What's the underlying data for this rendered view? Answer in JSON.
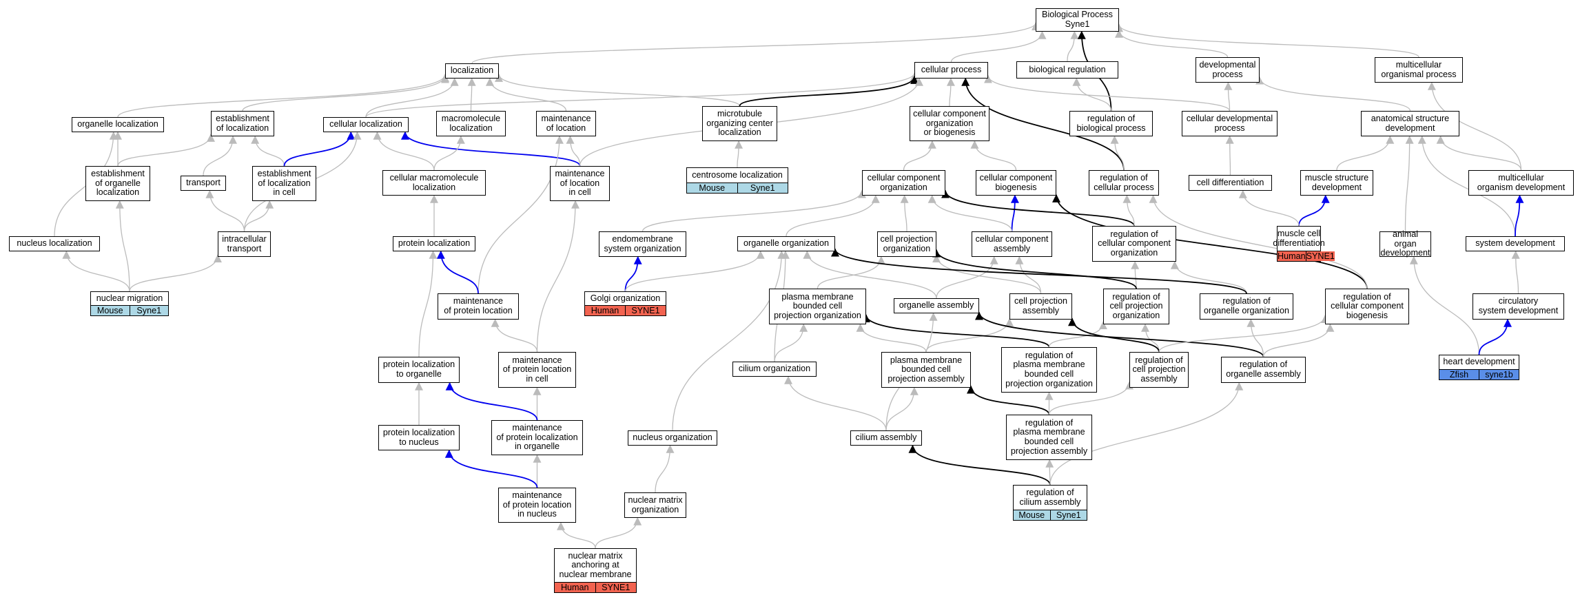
{
  "nodes": {
    "bp_root": "Biological Process\nSyne1",
    "localization": "localization",
    "cellular_process": "cellular process",
    "biological_regulation": "biological regulation",
    "developmental_process": "developmental\nprocess",
    "multicellular_organismal_process": "multicellular\norganismal process",
    "organelle_localization": "organelle localization",
    "establishment_of_localization": "establishment\nof localization",
    "cellular_localization": "cellular localization",
    "macromolecule_localization": "macromolecule\nlocalization",
    "maintenance_of_location": "maintenance\nof location",
    "microtubule_organizing_center_localization": "microtubule\norganizing center\nlocalization",
    "cellular_component_organization_or_biogenesis": "cellular component\norganization\nor biogenesis",
    "regulation_of_biological_process": "regulation of\nbiological process",
    "cellular_developmental_process": "cellular developmental\nprocess",
    "anatomical_structure_development": "anatomical structure\ndevelopment",
    "establishment_of_organelle_localization": "establishment\nof organelle\nlocalization",
    "transport": "transport",
    "establishment_of_localization_in_cell": "establishment\nof localization\nin cell",
    "cellular_macromolecule_localization": "cellular macromolecule\nlocalization",
    "maintenance_of_location_in_cell": "maintenance\nof location\nin cell",
    "centrosome_localization": "centrosome localization",
    "cellular_component_organization": "cellular component\norganization",
    "cellular_component_biogenesis": "cellular component\nbiogenesis",
    "regulation_of_cellular_process": "regulation of\ncellular process",
    "cell_differentiation": "cell differentiation",
    "muscle_structure_development": "muscle structure\ndevelopment",
    "multicellular_organism_development": "multicellular\norganism development",
    "nucleus_localization": "nucleus localization",
    "intracellular_transport": "intracellular\ntransport",
    "protein_localization": "protein localization",
    "endomembrane_system_organization": "endomembrane\nsystem organization",
    "organelle_organization": "organelle organization",
    "cell_projection_organization": "cell projection\norganization",
    "cellular_component_assembly": "cellular component\nassembly",
    "regulation_of_cellular_component_organization": "regulation of\ncellular component\norganization",
    "muscle_cell_differentiation": "muscle cell\ndifferentiation",
    "animal_organ_development": "animal organ\ndevelopment",
    "system_development": "system development",
    "nuclear_migration": "nuclear migration",
    "maintenance_of_protein_location": "maintenance\nof protein location",
    "golgi_organization": "Golgi organization",
    "plasma_membrane_bounded_cell_projection_organization": "plasma membrane\nbounded cell\nprojection organization",
    "organelle_assembly": "organelle assembly",
    "cell_projection_assembly": "cell projection\nassembly",
    "regulation_of_cell_projection_organization": "regulation of\ncell projection\norganization",
    "regulation_of_organelle_organization": "regulation of\norganelle organization",
    "regulation_of_cellular_component_biogenesis": "regulation of\ncellular component\nbiogenesis",
    "circulatory_system_development": "circulatory\nsystem development",
    "protein_localization_to_organelle": "protein localization\nto organelle",
    "maintenance_of_protein_location_in_cell": "maintenance\nof protein location\nin cell",
    "cilium_organization": "cilium organization",
    "plasma_membrane_bounded_cell_projection_assembly": "plasma membrane\nbounded cell\nprojection assembly",
    "regulation_of_plasma_membrane_bounded_cell_projection_organization": "regulation of\nplasma membrane\nbounded cell\nprojection organization",
    "regulation_of_cell_projection_assembly": "regulation of\ncell projection\nassembly",
    "regulation_of_organelle_assembly": "regulation of\norganelle assembly",
    "heart_development": "heart development",
    "protein_localization_to_nucleus": "protein localization\nto nucleus",
    "maintenance_of_protein_localization_in_organelle": "maintenance\nof protein localization\nin organelle",
    "nucleus_organization": "nucleus organization",
    "cilium_assembly": "cilium assembly",
    "regulation_of_plasma_membrane_bounded_cell_projection_assembly": "regulation of\nplasma membrane\nbounded cell\nprojection assembly",
    "maintenance_of_protein_location_in_nucleus": "maintenance\nof protein location\nin nucleus",
    "nuclear_matrix_organization": "nuclear matrix\norganization",
    "regulation_of_cilium_assembly": "regulation of\ncilium assembly",
    "nuclear_matrix_anchoring_at_nuclear_membrane": "nuclear matrix\nanchoring at\nnuclear membrane"
  },
  "annotations": {
    "nuclear_migration": {
      "species": "Mouse",
      "gene": "Syne1"
    },
    "centrosome_localization": {
      "species": "Mouse",
      "gene": "Syne1"
    },
    "golgi_organization": {
      "species": "Human",
      "gene": "SYNE1"
    },
    "muscle_cell_differentiation": {
      "species": "Human",
      "gene": "SYNE1"
    },
    "heart_development": {
      "species": "Zfish",
      "gene": "syne1b"
    },
    "regulation_of_cilium_assembly": {
      "species": "Mouse",
      "gene": "Syne1"
    },
    "nuclear_matrix_anchoring_at_nuclear_membrane": {
      "species": "Human",
      "gene": "SYNE1"
    }
  },
  "colors": {
    "edge_is_a": "#bbbbbb",
    "edge_regulates": "#000000",
    "edge_part_of": "#0000ee",
    "mouse": "#add8e6",
    "human": "#f26350",
    "zfish": "#5a8ee8"
  },
  "edges": [
    [
      "localization",
      "bp_root",
      "g"
    ],
    [
      "cellular_process",
      "bp_root",
      "g"
    ],
    [
      "biological_regulation",
      "bp_root",
      "g"
    ],
    [
      "developmental_process",
      "bp_root",
      "g"
    ],
    [
      "multicellular_organismal_process",
      "bp_root",
      "g"
    ],
    [
      "regulation_of_biological_process",
      "bp_root",
      "k"
    ],
    [
      "regulation_of_biological_process",
      "biological_regulation",
      "g"
    ],
    [
      "organelle_localization",
      "localization",
      "g"
    ],
    [
      "establishment_of_localization",
      "localization",
      "g"
    ],
    [
      "cellular_localization",
      "localization",
      "g"
    ],
    [
      "macromolecule_localization",
      "localization",
      "g"
    ],
    [
      "maintenance_of_location",
      "localization",
      "g"
    ],
    [
      "microtubule_organizing_center_localization",
      "localization",
      "g"
    ],
    [
      "cellular_localization",
      "cellular_process",
      "g"
    ],
    [
      "microtubule_organizing_center_localization",
      "cellular_process",
      "k"
    ],
    [
      "cellular_component_organization_or_biogenesis",
      "cellular_process",
      "g"
    ],
    [
      "cellular_developmental_process",
      "cellular_process",
      "g"
    ],
    [
      "maintenance_of_location_in_cell",
      "cellular_process",
      "g"
    ],
    [
      "regulation_of_cellular_process",
      "cellular_process",
      "k"
    ],
    [
      "cellular_developmental_process",
      "developmental_process",
      "g"
    ],
    [
      "anatomical_structure_development",
      "developmental_process",
      "g"
    ],
    [
      "multicellular_organism_development",
      "multicellular_organismal_process",
      "g"
    ],
    [
      "regulation_of_cellular_process",
      "regulation_of_biological_process",
      "g"
    ],
    [
      "cell_differentiation",
      "cellular_developmental_process",
      "g"
    ],
    [
      "muscle_structure_development",
      "anatomical_structure_development",
      "g"
    ],
    [
      "multicellular_organism_development",
      "anatomical_structure_development",
      "g"
    ],
    [
      "animal_organ_development",
      "anatomical_structure_development",
      "g"
    ],
    [
      "system_development",
      "anatomical_structure_development",
      "g"
    ],
    [
      "establishment_of_organelle_localization",
      "organelle_localization",
      "g"
    ],
    [
      "nucleus_localization",
      "organelle_localization",
      "g"
    ],
    [
      "establishment_of_organelle_localization",
      "establishment_of_localization",
      "g"
    ],
    [
      "transport",
      "establishment_of_localization",
      "g"
    ],
    [
      "establishment_of_localization_in_cell",
      "establishment_of_localization",
      "g"
    ],
    [
      "establishment_of_localization_in_cell",
      "cellular_localization",
      "b"
    ],
    [
      "cellular_macromolecule_localization",
      "cellular_localization",
      "g"
    ],
    [
      "maintenance_of_location_in_cell",
      "cellular_localization",
      "b"
    ],
    [
      "intracellular_transport",
      "cellular_localization",
      "g"
    ],
    [
      "cellular_macromolecule_localization",
      "macromolecule_localization",
      "g"
    ],
    [
      "maintenance_of_location_in_cell",
      "maintenance_of_location",
      "g"
    ],
    [
      "maintenance_of_protein_location",
      "maintenance_of_location",
      "g"
    ],
    [
      "centrosome_localization",
      "microtubule_organizing_center_localization",
      "g"
    ],
    [
      "cellular_component_organization",
      "cellular_component_organization_or_biogenesis",
      "g"
    ],
    [
      "cellular_component_biogenesis",
      "cellular_component_organization_or_biogenesis",
      "g"
    ],
    [
      "muscle_cell_differentiation",
      "muscle_structure_development",
      "b"
    ],
    [
      "muscle_cell_differentiation",
      "cell_differentiation",
      "g"
    ],
    [
      "system_development",
      "multicellular_organism_development",
      "b"
    ],
    [
      "nuclear_migration",
      "establishment_of_organelle_localization",
      "g"
    ],
    [
      "intracellular_transport",
      "transport",
      "g"
    ],
    [
      "intracellular_transport",
      "establishment_of_localization_in_cell",
      "g"
    ],
    [
      "protein_localization",
      "cellular_macromolecule_localization",
      "g"
    ],
    [
      "maintenance_of_protein_location_in_cell",
      "maintenance_of_location_in_cell",
      "g"
    ],
    [
      "cellular_component_assembly",
      "cellular_component_biogenesis",
      "b"
    ],
    [
      "regulation_of_cellular_component_organization",
      "cellular_component_organization",
      "k"
    ],
    [
      "regulation_of_cellular_component_biogenesis",
      "cellular_component_biogenesis",
      "k"
    ],
    [
      "regulation_of_cellular_component_organization",
      "regulation_of_cellular_process",
      "g"
    ],
    [
      "regulation_of_cellular_component_biogenesis",
      "regulation_of_cellular_process",
      "g"
    ],
    [
      "nuclear_migration",
      "nucleus_localization",
      "g"
    ],
    [
      "nuclear_migration",
      "intracellular_transport",
      "g"
    ],
    [
      "maintenance_of_protein_location",
      "protein_localization",
      "b"
    ],
    [
      "protein_localization_to_organelle",
      "protein_localization",
      "g"
    ],
    [
      "endomembrane_system_organization",
      "cellular_component_organization",
      "g"
    ],
    [
      "organelle_organization",
      "cellular_component_organization",
      "g"
    ],
    [
      "cell_projection_organization",
      "cellular_component_organization",
      "g"
    ],
    [
      "cellular_component_assembly",
      "cellular_component_organization",
      "g"
    ],
    [
      "golgi_organization",
      "endomembrane_system_organization",
      "b"
    ],
    [
      "golgi_organization",
      "organelle_organization",
      "g"
    ],
    [
      "plasma_membrane_bounded_cell_projection_organization",
      "cell_projection_organization",
      "g"
    ],
    [
      "cell_projection_assembly",
      "cell_projection_organization",
      "g"
    ],
    [
      "organelle_assembly",
      "cellular_component_assembly",
      "g"
    ],
    [
      "cell_projection_assembly",
      "cellular_component_assembly",
      "g"
    ],
    [
      "regulation_of_cell_projection_organization",
      "regulation_of_cellular_component_organization",
      "g"
    ],
    [
      "regulation_of_organelle_organization",
      "regulation_of_cellular_component_organization",
      "g"
    ],
    [
      "regulation_of_cell_projection_organization",
      "cell_projection_organization",
      "k"
    ],
    [
      "regulation_of_organelle_organization",
      "organelle_organization",
      "k"
    ],
    [
      "heart_development",
      "animal_organ_development",
      "g"
    ],
    [
      "circulatory_system_development",
      "system_development",
      "g"
    ],
    [
      "heart_development",
      "circulatory_system_development",
      "b"
    ],
    [
      "maintenance_of_protein_location_in_cell",
      "maintenance_of_protein_location",
      "g"
    ],
    [
      "nucleus_organization",
      "organelle_organization",
      "g"
    ],
    [
      "cilium_organization",
      "organelle_organization",
      "g"
    ],
    [
      "organelle_assembly",
      "organelle_organization",
      "g"
    ],
    [
      "cilium_organization",
      "plasma_membrane_bounded_cell_projection_organization",
      "g"
    ],
    [
      "plasma_membrane_bounded_cell_projection_assembly",
      "plasma_membrane_bounded_cell_projection_organization",
      "g"
    ],
    [
      "plasma_membrane_bounded_cell_projection_assembly",
      "cell_projection_assembly",
      "g"
    ],
    [
      "regulation_of_plasma_membrane_bounded_cell_projection_organization",
      "plasma_membrane_bounded_cell_projection_organization",
      "k"
    ],
    [
      "regulation_of_plasma_membrane_bounded_cell_projection_organization",
      "regulation_of_cell_projection_organization",
      "g"
    ],
    [
      "regulation_of_cell_projection_assembly",
      "regulation_of_cell_projection_organization",
      "g"
    ],
    [
      "regulation_of_cell_projection_assembly",
      "cell_projection_assembly",
      "k"
    ],
    [
      "regulation_of_organelle_assembly",
      "organelle_assembly",
      "k"
    ],
    [
      "regulation_of_organelle_assembly",
      "regulation_of_organelle_organization",
      "g"
    ],
    [
      "regulation_of_organelle_assembly",
      "regulation_of_cellular_component_biogenesis",
      "g"
    ],
    [
      "regulation_of_cell_projection_assembly",
      "regulation_of_cellular_component_biogenesis",
      "g"
    ],
    [
      "maintenance_of_protein_localization_in_organelle",
      "maintenance_of_protein_location_in_cell",
      "g"
    ],
    [
      "maintenance_of_protein_localization_in_organelle",
      "protein_localization_to_organelle",
      "b"
    ],
    [
      "protein_localization_to_nucleus",
      "protein_localization_to_organelle",
      "g"
    ],
    [
      "cilium_assembly",
      "cilium_organization",
      "g"
    ],
    [
      "cilium_assembly",
      "plasma_membrane_bounded_cell_projection_assembly",
      "g"
    ],
    [
      "cilium_assembly",
      "organelle_assembly",
      "g"
    ],
    [
      "regulation_of_plasma_membrane_bounded_cell_projection_assembly",
      "plasma_membrane_bounded_cell_projection_assembly",
      "k"
    ],
    [
      "regulation_of_plasma_membrane_bounded_cell_projection_assembly",
      "regulation_of_plasma_membrane_bounded_cell_projection_organization",
      "g"
    ],
    [
      "regulation_of_plasma_membrane_bounded_cell_projection_assembly",
      "regulation_of_cell_projection_assembly",
      "g"
    ],
    [
      "maintenance_of_protein_location_in_nucleus",
      "maintenance_of_protein_localization_in_organelle",
      "g"
    ],
    [
      "maintenance_of_protein_location_in_nucleus",
      "protein_localization_to_nucleus",
      "b"
    ],
    [
      "nuclear_matrix_organization",
      "nucleus_organization",
      "g"
    ],
    [
      "regulation_of_cilium_assembly",
      "cilium_assembly",
      "k"
    ],
    [
      "regulation_of_cilium_assembly",
      "regulation_of_plasma_membrane_bounded_cell_projection_assembly",
      "g"
    ],
    [
      "regulation_of_cilium_assembly",
      "regulation_of_organelle_assembly",
      "g"
    ],
    [
      "nuclear_matrix_anchoring_at_nuclear_membrane",
      "maintenance_of_protein_location_in_nucleus",
      "g"
    ],
    [
      "nuclear_matrix_anchoring_at_nuclear_membrane",
      "nuclear_matrix_organization",
      "g"
    ]
  ]
}
